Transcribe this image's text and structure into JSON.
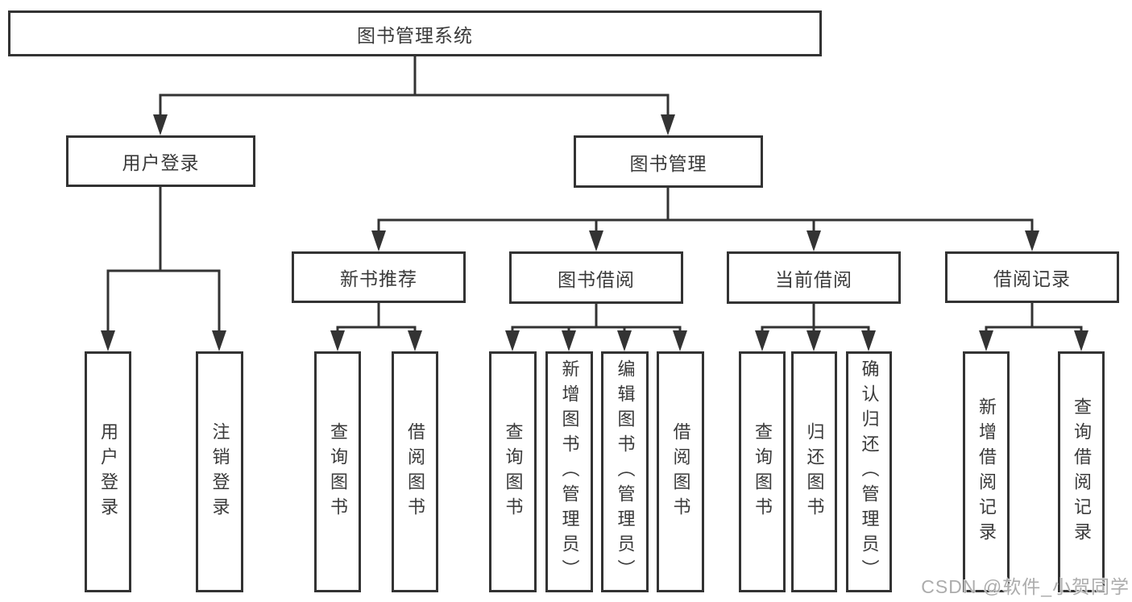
{
  "colors": {
    "line": "#333333",
    "box_border": "#333333",
    "text": "#3a3a3a",
    "box_background": "#ffffff",
    "watermark": "#acacac"
  },
  "watermark": {
    "text": "CSDN @软件_小贺同学"
  },
  "tree": {
    "root": {
      "label": "图书管理系统"
    },
    "branches": [
      {
        "label": "用户登录",
        "children": [
          "用户登录",
          "注销登录"
        ]
      },
      {
        "label": "图书管理",
        "groups": [
          {
            "label": "新书推荐",
            "children": [
              "查询图书",
              "借阅图书"
            ]
          },
          {
            "label": "图书借阅",
            "children": [
              "查询图书",
              "新增图书（管理员）",
              "编辑图书（管理员）",
              "借阅图书"
            ]
          },
          {
            "label": "当前借阅",
            "children": [
              "查询图书",
              "归还图书",
              "确认归还（管理员）"
            ]
          },
          {
            "label": "借阅记录",
            "children": [
              "新增借阅记录",
              "查询借阅记录"
            ]
          }
        ]
      }
    ]
  }
}
